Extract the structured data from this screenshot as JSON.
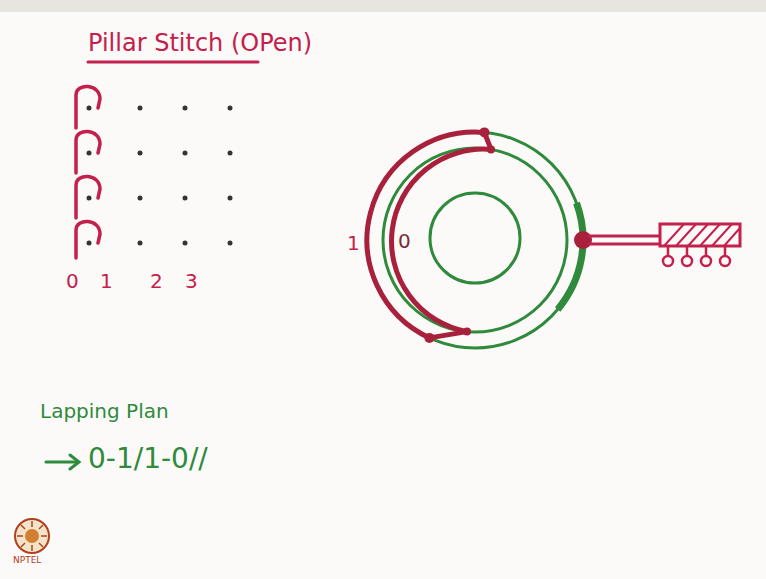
{
  "diagram": {
    "title": "Pillar Stitch (OPen)",
    "labels": [
      "0",
      "1",
      "2",
      "3",
      "1",
      "0",
      "Lapping Plan",
      "0-1/1-0//",
      "NPTEL"
    ]
  }
}
